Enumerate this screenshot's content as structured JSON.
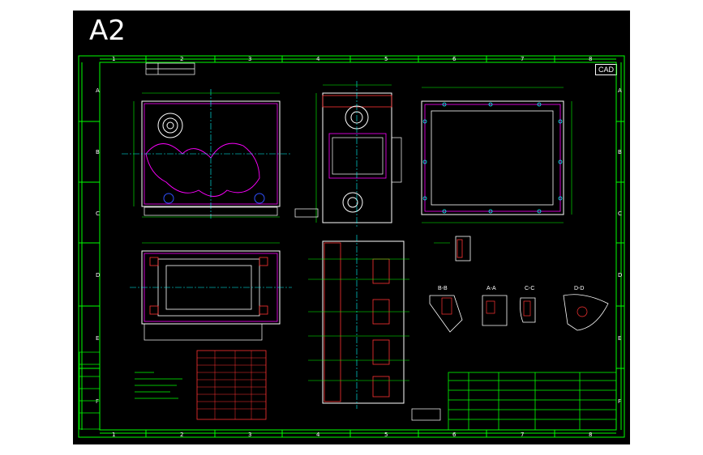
{
  "sheet": {
    "size_label": "A2",
    "cad_tag": "CAD"
  },
  "zones": {
    "columns": [
      "1",
      "2",
      "3",
      "4",
      "5",
      "6",
      "7",
      "8"
    ],
    "rows": [
      "A",
      "B",
      "C",
      "D",
      "E",
      "F"
    ]
  },
  "colors": {
    "background": "#000000",
    "frame": "#00ff00",
    "outline": "#ffffff",
    "section": "#ff00ff",
    "center_line": "#00ffff",
    "hatch": "#ff3333",
    "dimension": "#00ff00"
  },
  "section_views": [
    "B-B",
    "A-A",
    "C-C",
    "D-D"
  ]
}
